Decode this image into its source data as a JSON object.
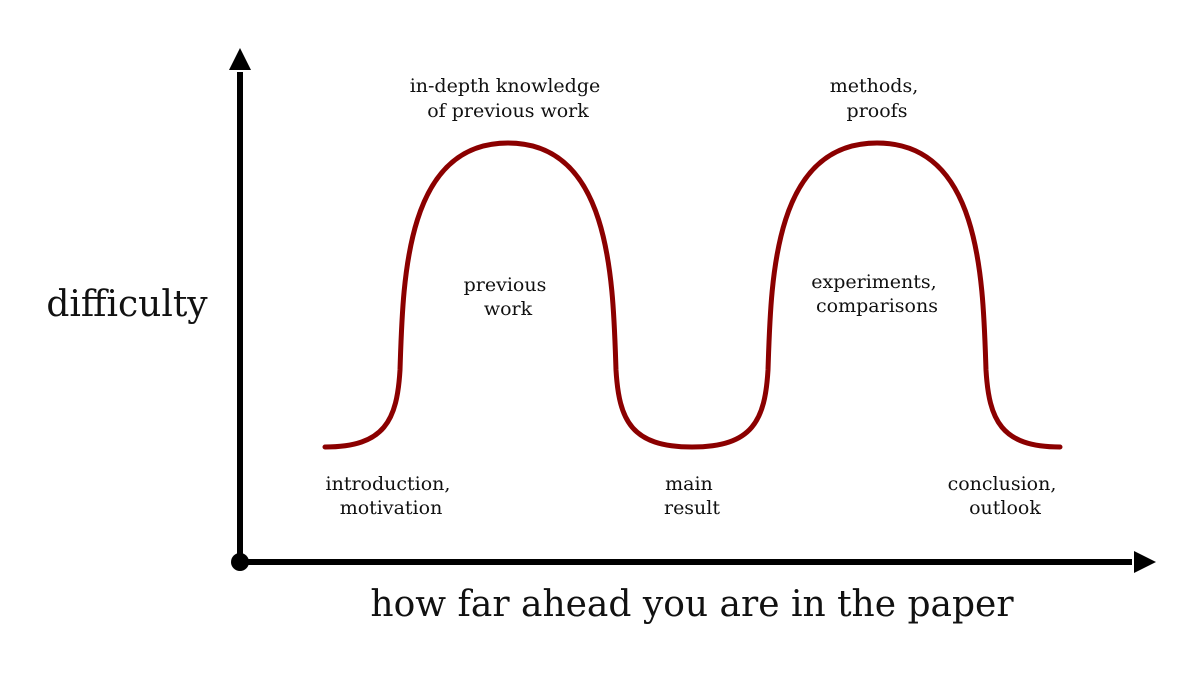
{
  "figure": {
    "y_axis_label": "difficulty",
    "x_axis_label": "how far ahead you are in the paper",
    "curve_color": "#8b0000",
    "axis_color": "#000000"
  },
  "annotations": {
    "introduction": [
      "introduction,",
      "motivation"
    ],
    "in_depth": [
      "in-depth knowledge",
      "of previous work"
    ],
    "previous_work": [
      "previous",
      "work"
    ],
    "main_result": [
      "main",
      "result"
    ],
    "methods": [
      "methods,",
      "proofs"
    ],
    "experiments": [
      "experiments,",
      "comparisons"
    ],
    "conclusion": [
      "conclusion,",
      "outlook"
    ]
  },
  "curve": {
    "levels": [
      "low",
      "high",
      "low",
      "high",
      "low"
    ],
    "description_points": [
      "introduction",
      "previous work peak",
      "main result",
      "methods peak",
      "conclusion"
    ]
  }
}
